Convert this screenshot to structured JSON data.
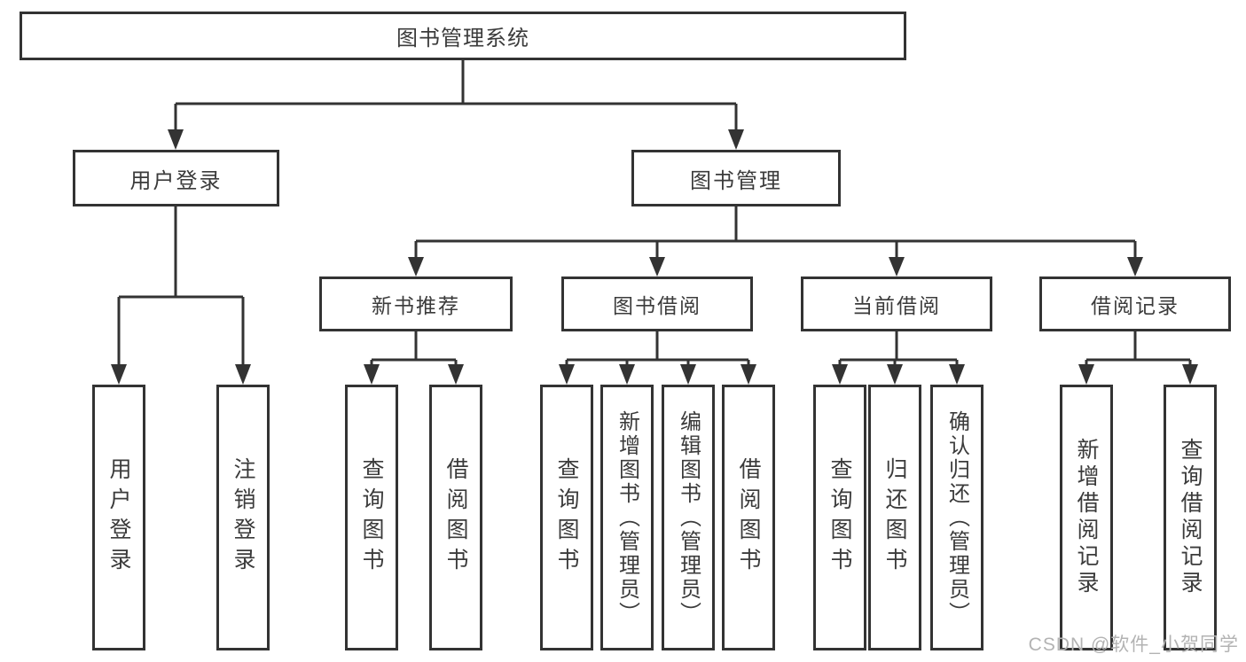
{
  "diagram": {
    "root": {
      "label": "图书管理系统"
    },
    "branches": [
      {
        "label": "用户登录",
        "children": [
          {
            "label": "用户登录"
          },
          {
            "label": "注销登录"
          }
        ]
      },
      {
        "label": "图书管理",
        "children": [
          {
            "label": "新书推荐",
            "children": [
              {
                "label": "查询图书"
              },
              {
                "label": "借阅图书"
              }
            ]
          },
          {
            "label": "图书借阅",
            "children": [
              {
                "label": "查询图书"
              },
              {
                "label": "新增图书（管理员）"
              },
              {
                "label": "编辑图书（管理员）"
              },
              {
                "label": "借阅图书"
              }
            ]
          },
          {
            "label": "当前借阅",
            "children": [
              {
                "label": "查询图书"
              },
              {
                "label": "归还图书"
              },
              {
                "label": "确认归还（管理员）"
              }
            ]
          },
          {
            "label": "借阅记录",
            "children": [
              {
                "label": "新增借阅记录"
              },
              {
                "label": "查询借阅记录"
              }
            ]
          }
        ]
      }
    ]
  },
  "watermark": {
    "text": "CSDN @软件_小贺同学"
  },
  "colors": {
    "line": "#333333",
    "text": "#3b3b3b",
    "background": "#ffffff",
    "watermark": "#b3b3b3"
  }
}
